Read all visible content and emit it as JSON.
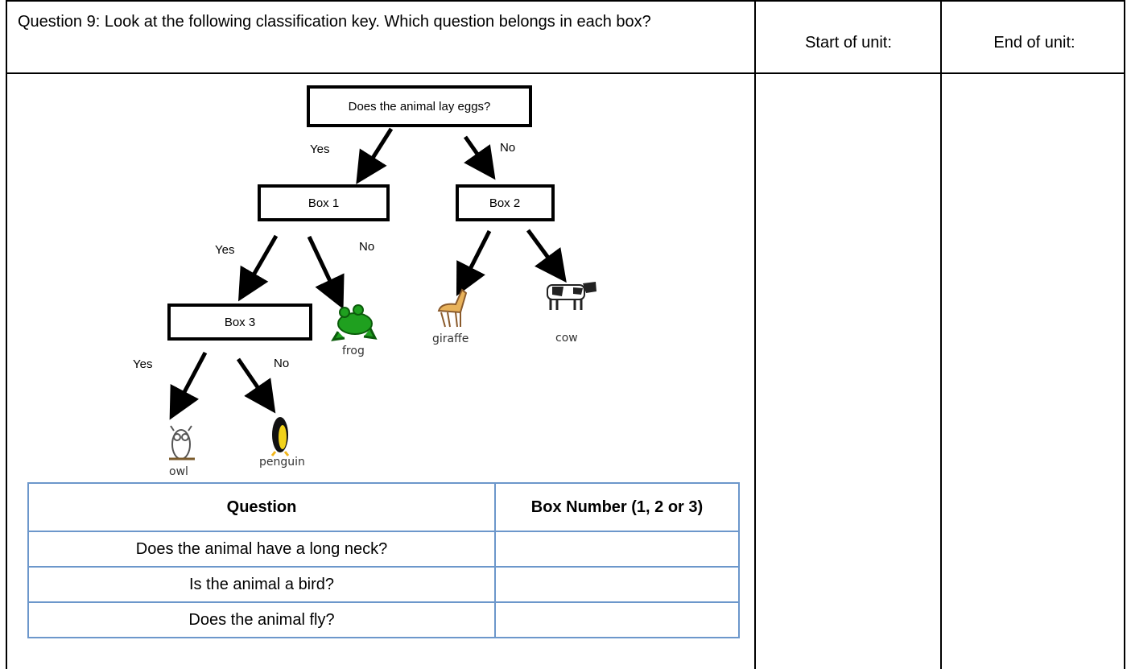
{
  "header": {
    "question": "Question 9: Look at the following classification key. Which question belongs in each box?",
    "start_of_unit": "Start of unit:",
    "end_of_unit": "End of unit:"
  },
  "diagram": {
    "root": "Does the animal lay eggs?",
    "box1": "Box 1",
    "box2": "Box 2",
    "box3": "Box 3",
    "yes": "Yes",
    "no": "No",
    "animals": {
      "frog": "frog",
      "giraffe": "giraffe",
      "cow": "cow",
      "owl": "owl",
      "penguin": "penguin"
    }
  },
  "table": {
    "headers": [
      "Question",
      "Box Number (1, 2 or 3)"
    ],
    "rows": [
      {
        "question": "Does the animal have a long neck?",
        "box": ""
      },
      {
        "question": "Is the animal a bird?",
        "box": ""
      },
      {
        "question": "Does the animal fly?",
        "box": ""
      }
    ]
  }
}
